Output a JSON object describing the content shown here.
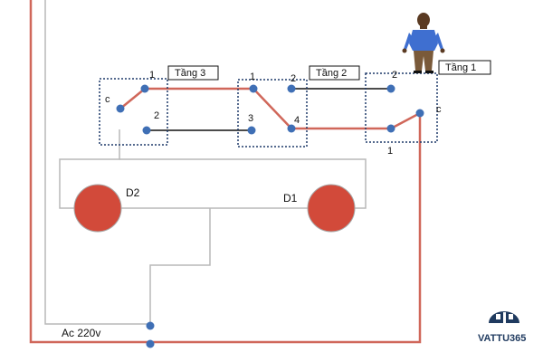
{
  "floors": {
    "floor3": "Tầng 3",
    "floor2": "Tầng 2",
    "floor1": "Tầng 1"
  },
  "switch3": {
    "terminal_c": "c",
    "terminal_1": "1",
    "terminal_2": "2"
  },
  "switch_mid": {
    "terminal_1": "1",
    "terminal_2": "2",
    "terminal_3": "3",
    "terminal_4": "4"
  },
  "switch1": {
    "terminal_c": "c",
    "terminal_1": "1",
    "terminal_2": "2"
  },
  "lamps": {
    "d1": "D1",
    "d2": "D2"
  },
  "supply": {
    "label": "Ac  220v"
  },
  "brand": {
    "name": "VATTU365"
  },
  "colors": {
    "live_wire": "#d0675a",
    "lamp_fill": "#d24a3a",
    "terminal": "#3f6fb5",
    "neutral_wire": "#b5b5b5",
    "black_wire": "#111111",
    "brand": "#1f3a5f"
  }
}
